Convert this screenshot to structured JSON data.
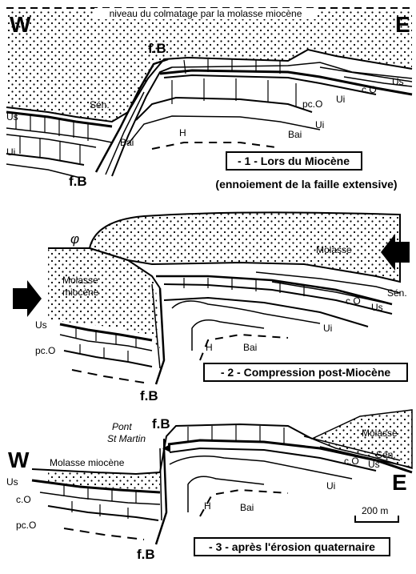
{
  "header": {
    "text": "niveau du colmatage par la molasse miocène"
  },
  "orientation": {
    "west": "W",
    "east": "E"
  },
  "panel1": {
    "caption": "- 1 - Lors du Miocène",
    "subcaption": "(ennoiement de la faille extensive)",
    "labels": {
      "fault_top": "f.B",
      "fault_bottom": "f.B",
      "sen": "Sén.",
      "us_left": "Us",
      "ui_left": "Ui",
      "us_right": "Us",
      "co_right": "c.O",
      "ui_right": "Ui",
      "pco_right": "pc.O",
      "ui_right2": "Ui",
      "bai_left": "Bai",
      "h": "H",
      "bai_right": "Bai"
    }
  },
  "panel2": {
    "caption": "- 2 - Compression post-Miocène",
    "labels": {
      "phi": "φ",
      "molasse": "Molasse",
      "molasse_miocene_1": "Molasse",
      "molasse_miocene_2": "miocène",
      "sen": "Sén.",
      "us_right": "Us",
      "co_right": "c.O",
      "ui_right": "Ui",
      "us_left": "Us",
      "pco_left": "pc.O",
      "h": "H",
      "bai": "Bai",
      "fault": "f.B"
    }
  },
  "panel3": {
    "caption": "- 3 - après l'érosion quaternaire",
    "labels": {
      "pont_1": "Pont",
      "pont_2": "St Martin",
      "fault_top": "f.B",
      "fault_bottom": "f.B",
      "molasse_miocene": "Molasse miocène",
      "molasse": "Molasse",
      "sen": "Sén.",
      "us_right": "Us",
      "co_right": "c.O",
      "ui_right": "Ui",
      "us_left": "Us",
      "co_left": "c.O",
      "pco_left": "pc.O",
      "h": "H",
      "bai": "Bai",
      "scale": "200 m"
    }
  }
}
